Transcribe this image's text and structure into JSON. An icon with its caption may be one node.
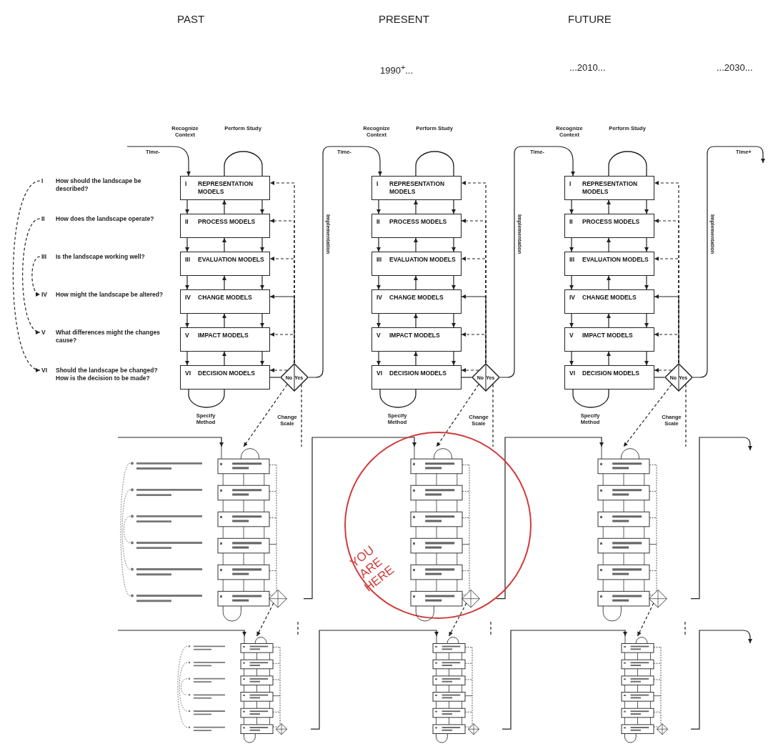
{
  "diagram": {
    "nodes": [
      {
        "text": [
          "I",
          "How should the landscape be described?"
        ]
      },
      {
        "text": [
          "II",
          "How does the landscape operate?"
        ]
      },
      {
        "text": [
          "III",
          "Is the landscape working well?"
        ]
      },
      {
        "text": [
          "IV",
          "How might the landscape be altered?"
        ]
      },
      {
        "text": [
          "V",
          "What differences might the changes cause?"
        ]
      },
      {
        "text": [
          "VI",
          "Should the landscape be changed? How is the decision to be made?"
        ]
      },
      {
        "text": [
          "I",
          "REPRESENTATION MODELS"
        ]
      },
      {
        "text": [
          "II",
          "PROCESS MODELS"
        ]
      },
      {
        "text": [
          "III",
          "EVALUATION MODELS"
        ]
      },
      {
        "text": [
          "IV",
          "CHANGE MODELS"
        ]
      },
      {
        "text": [
          "V",
          "IMPACT MODELS"
        ]
      },
      {
        "text": [
          "VI",
          "DECISION MODELS"
        ]
      },
      {
        "text": [
          "No",
          "Yes"
        ]
      },
      {
        "text": [
          "I",
          "REPRESENTATION MODELS"
        ]
      },
      {
        "text": [
          "II",
          "PROCESS MODELS"
        ]
      },
      {
        "text": [
          "III",
          "EVALUATION MODELS"
        ]
      },
      {
        "text": [
          "IV",
          "CHANGE MODELS"
        ]
      },
      {
        "text": [
          "V",
          "IMPACT MODELS"
        ]
      },
      {
        "text": [
          "VI",
          "DECISION MODELS"
        ]
      },
      {
        "text": [
          "No",
          "Yes"
        ]
      },
      {
        "text": [
          "I",
          "REPRESENTATION MODELS"
        ]
      },
      {
        "text": [
          "II",
          "PROCESS MODELS"
        ]
      },
      {
        "text": [
          "III",
          "EVALUATION MODELS"
        ]
      },
      {
        "text": [
          "IV",
          "CHANGE MODELS"
        ]
      },
      {
        "text": [
          "V",
          "IMPACT MODELS"
        ]
      },
      {
        "text": [
          "VI",
          "DECISION MODELS"
        ]
      },
      {
        "text": [
          "No",
          "Yes"
        ]
      },
      {
        "text": [],
        "shape": "picture"
      },
      {
        "text": [],
        "shape": "picture"
      },
      {
        "text": [],
        "shape": "picture"
      },
      {
        "text": [],
        "shape": "picture"
      },
      {
        "text": [],
        "shape": "picture"
      },
      {
        "text": [],
        "shape": "picture"
      }
    ],
    "edges": [
      {
        "from": 0,
        "to": 5,
        "arrow": "to",
        "style": "dashed"
      },
      {
        "from": 1,
        "to": 4,
        "arrow": "to",
        "style": "dashed"
      },
      {
        "from": 2,
        "to": 3,
        "arrow": "to",
        "style": "dashed"
      },
      {
        "from": null,
        "to": 6,
        "arrow": "to"
      },
      {
        "from": 6,
        "to": 7,
        "arrow": "to"
      },
      {
        "from": 7,
        "to": 6,
        "arrow": "to"
      },
      {
        "from": 6,
        "to": 7,
        "arrow": "to"
      },
      {
        "from": 7,
        "to": 8,
        "arrow": "to"
      },
      {
        "from": 8,
        "to": 7,
        "arrow": "to"
      },
      {
        "from": 7,
        "to": 8,
        "arrow": "to"
      },
      {
        "from": 8,
        "to": 9,
        "arrow": "to"
      },
      {
        "from": 9,
        "to": 8,
        "arrow": "to"
      },
      {
        "from": 8,
        "to": 9,
        "arrow": "to"
      },
      {
        "from": 9,
        "to": 10,
        "arrow": "to"
      },
      {
        "from": 10,
        "to": 9,
        "arrow": "to"
      },
      {
        "from": 9,
        "to": 10,
        "arrow": "to"
      },
      {
        "from": 10,
        "to": 11,
        "arrow": "to"
      },
      {
        "from": 11,
        "to": 10,
        "arrow": "to"
      },
      {
        "from": 10,
        "to": 11,
        "arrow": "to"
      },
      {
        "from": 11,
        "to": 12,
        "arrow": "none"
      },
      {
        "from": 12,
        "to": 6,
        "arrow": "to",
        "style": "dashed"
      },
      {
        "from": 12,
        "to": 7,
        "arrow": "to",
        "style": "dashed"
      },
      {
        "from": 12,
        "to": 8,
        "arrow": "to",
        "style": "dashed"
      },
      {
        "from": 12,
        "to": 9,
        "arrow": "to"
      },
      {
        "from": 12,
        "to": 10,
        "arrow": "to",
        "style": "dashed"
      },
      {
        "from": 12,
        "to": 11,
        "arrow": "to",
        "style": "dashed"
      },
      {
        "from": 12,
        "to": 13,
        "arrow": "to",
        "label": "Implementation"
      },
      {
        "from": 12,
        "to": 27,
        "arrow": "to",
        "style": "dashed"
      },
      {
        "from": 12,
        "to": 27,
        "arrow": "none",
        "style": "dashed"
      },
      {
        "from": 13,
        "to": 14,
        "arrow": "to"
      },
      {
        "from": 14,
        "to": 13,
        "arrow": "to"
      },
      {
        "from": 13,
        "to": 14,
        "arrow": "to"
      },
      {
        "from": 14,
        "to": 15,
        "arrow": "to"
      },
      {
        "from": 15,
        "to": 14,
        "arrow": "to"
      },
      {
        "from": 14,
        "to": 15,
        "arrow": "to"
      },
      {
        "from": 15,
        "to": 16,
        "arrow": "to"
      },
      {
        "from": 16,
        "to": 15,
        "arrow": "to"
      },
      {
        "from": 15,
        "to": 16,
        "arrow": "to"
      },
      {
        "from": 16,
        "to": 17,
        "arrow": "to"
      },
      {
        "from": 17,
        "to": 16,
        "arrow": "to"
      },
      {
        "from": 16,
        "to": 17,
        "arrow": "to"
      },
      {
        "from": 17,
        "to": 18,
        "arrow": "to"
      },
      {
        "from": 18,
        "to": 17,
        "arrow": "to"
      },
      {
        "from": 17,
        "to": 18,
        "arrow": "to"
      },
      {
        "from": 18,
        "to": 19,
        "arrow": "none"
      },
      {
        "from": 19,
        "to": 13,
        "arrow": "to",
        "style": "dashed"
      },
      {
        "from": 19,
        "to": 14,
        "arrow": "to",
        "style": "dashed"
      },
      {
        "from": 19,
        "to": 15,
        "arrow": "to",
        "style": "dashed"
      },
      {
        "from": 19,
        "to": 16,
        "arrow": "to"
      },
      {
        "from": 19,
        "to": 17,
        "arrow": "to",
        "style": "dashed"
      },
      {
        "from": 19,
        "to": 18,
        "arrow": "to",
        "style": "dashed"
      },
      {
        "from": 19,
        "to": 20,
        "arrow": "to",
        "label": "Implementation"
      },
      {
        "from": 19,
        "to": 28,
        "arrow": "to",
        "style": "dashed"
      },
      {
        "from": 19,
        "to": 28,
        "arrow": "none",
        "style": "dashed"
      },
      {
        "from": 20,
        "to": 21,
        "arrow": "to"
      },
      {
        "from": 21,
        "to": 20,
        "arrow": "to"
      },
      {
        "from": 20,
        "to": 21,
        "arrow": "to"
      },
      {
        "from": 21,
        "to": 22,
        "arrow": "to"
      },
      {
        "from": 22,
        "to": 21,
        "arrow": "to"
      },
      {
        "from": 21,
        "to": 22,
        "arrow": "to"
      },
      {
        "from": 22,
        "to": 23,
        "arrow": "to"
      },
      {
        "from": 23,
        "to": 22,
        "arrow": "to"
      },
      {
        "from": 22,
        "to": 23,
        "arrow": "to"
      },
      {
        "from": 23,
        "to": 24,
        "arrow": "to"
      },
      {
        "from": 24,
        "to": 23,
        "arrow": "to"
      },
      {
        "from": 23,
        "to": 24,
        "arrow": "to"
      },
      {
        "from": 24,
        "to": 25,
        "arrow": "to"
      },
      {
        "from": 25,
        "to": 24,
        "arrow": "to"
      },
      {
        "from": 24,
        "to": 25,
        "arrow": "to"
      },
      {
        "from": 25,
        "to": 26,
        "arrow": "none"
      },
      {
        "from": 26,
        "to": 20,
        "arrow": "to",
        "style": "dashed"
      },
      {
        "from": 26,
        "to": 21,
        "arrow": "to",
        "style": "dashed"
      },
      {
        "from": 26,
        "to": 22,
        "arrow": "to",
        "style": "dashed"
      },
      {
        "from": 26,
        "to": 23,
        "arrow": "to"
      },
      {
        "from": 26,
        "to": 24,
        "arrow": "to",
        "style": "dashed"
      },
      {
        "from": 26,
        "to": 25,
        "arrow": "to",
        "style": "dashed"
      },
      {
        "from": 26,
        "to": null,
        "arrow": "to",
        "label": "Implementation"
      },
      {
        "from": 26,
        "to": 29,
        "arrow": "to",
        "style": "dashed"
      },
      {
        "from": 26,
        "to": 29,
        "arrow": "none",
        "style": "dashed"
      },
      {
        "from": null,
        "to": 27,
        "arrow": "to"
      },
      {
        "from": 27,
        "to": 28,
        "arrow": "to"
      },
      {
        "from": 28,
        "to": 29,
        "arrow": "to"
      },
      {
        "from": 29,
        "to": null,
        "arrow": "to"
      },
      {
        "from": 27,
        "to": 30,
        "arrow": "to",
        "style": "dashed"
      },
      {
        "from": 27,
        "to": 30,
        "arrow": "none",
        "style": "dashed"
      },
      {
        "from": 28,
        "to": 31,
        "arrow": "to",
        "style": "dashed"
      },
      {
        "from": 28,
        "to": 31,
        "arrow": "none",
        "style": "dashed"
      },
      {
        "from": 29,
        "to": 32,
        "arrow": "to",
        "style": "dashed"
      },
      {
        "from": 29,
        "to": 32,
        "arrow": "none",
        "style": "dashed"
      },
      {
        "from": null,
        "to": 30,
        "arrow": "to"
      },
      {
        "from": 30,
        "to": 31,
        "arrow": "to"
      },
      {
        "from": 31,
        "to": 32,
        "arrow": "to"
      },
      {
        "from": 32,
        "to": null,
        "arrow": "to"
      }
    ],
    "labels": [
      "PAST",
      "PRESENT",
      "FUTURE",
      "1990$^{+}$...",
      "...2010...",
      "...2030...",
      "Recognize Context",
      "Perform Study",
      "Recognize Context",
      "Perform Study",
      "Recognize Context",
      "Perform Study",
      "Time-",
      "Time-",
      "Time-",
      "Time+",
      "Specify Method",
      "Change Scale",
      "Specify Method",
      "Change Scale",
      "Specify Method",
      "Change Scale",
      "YOU ARE HERE"
    ]
  }
}
